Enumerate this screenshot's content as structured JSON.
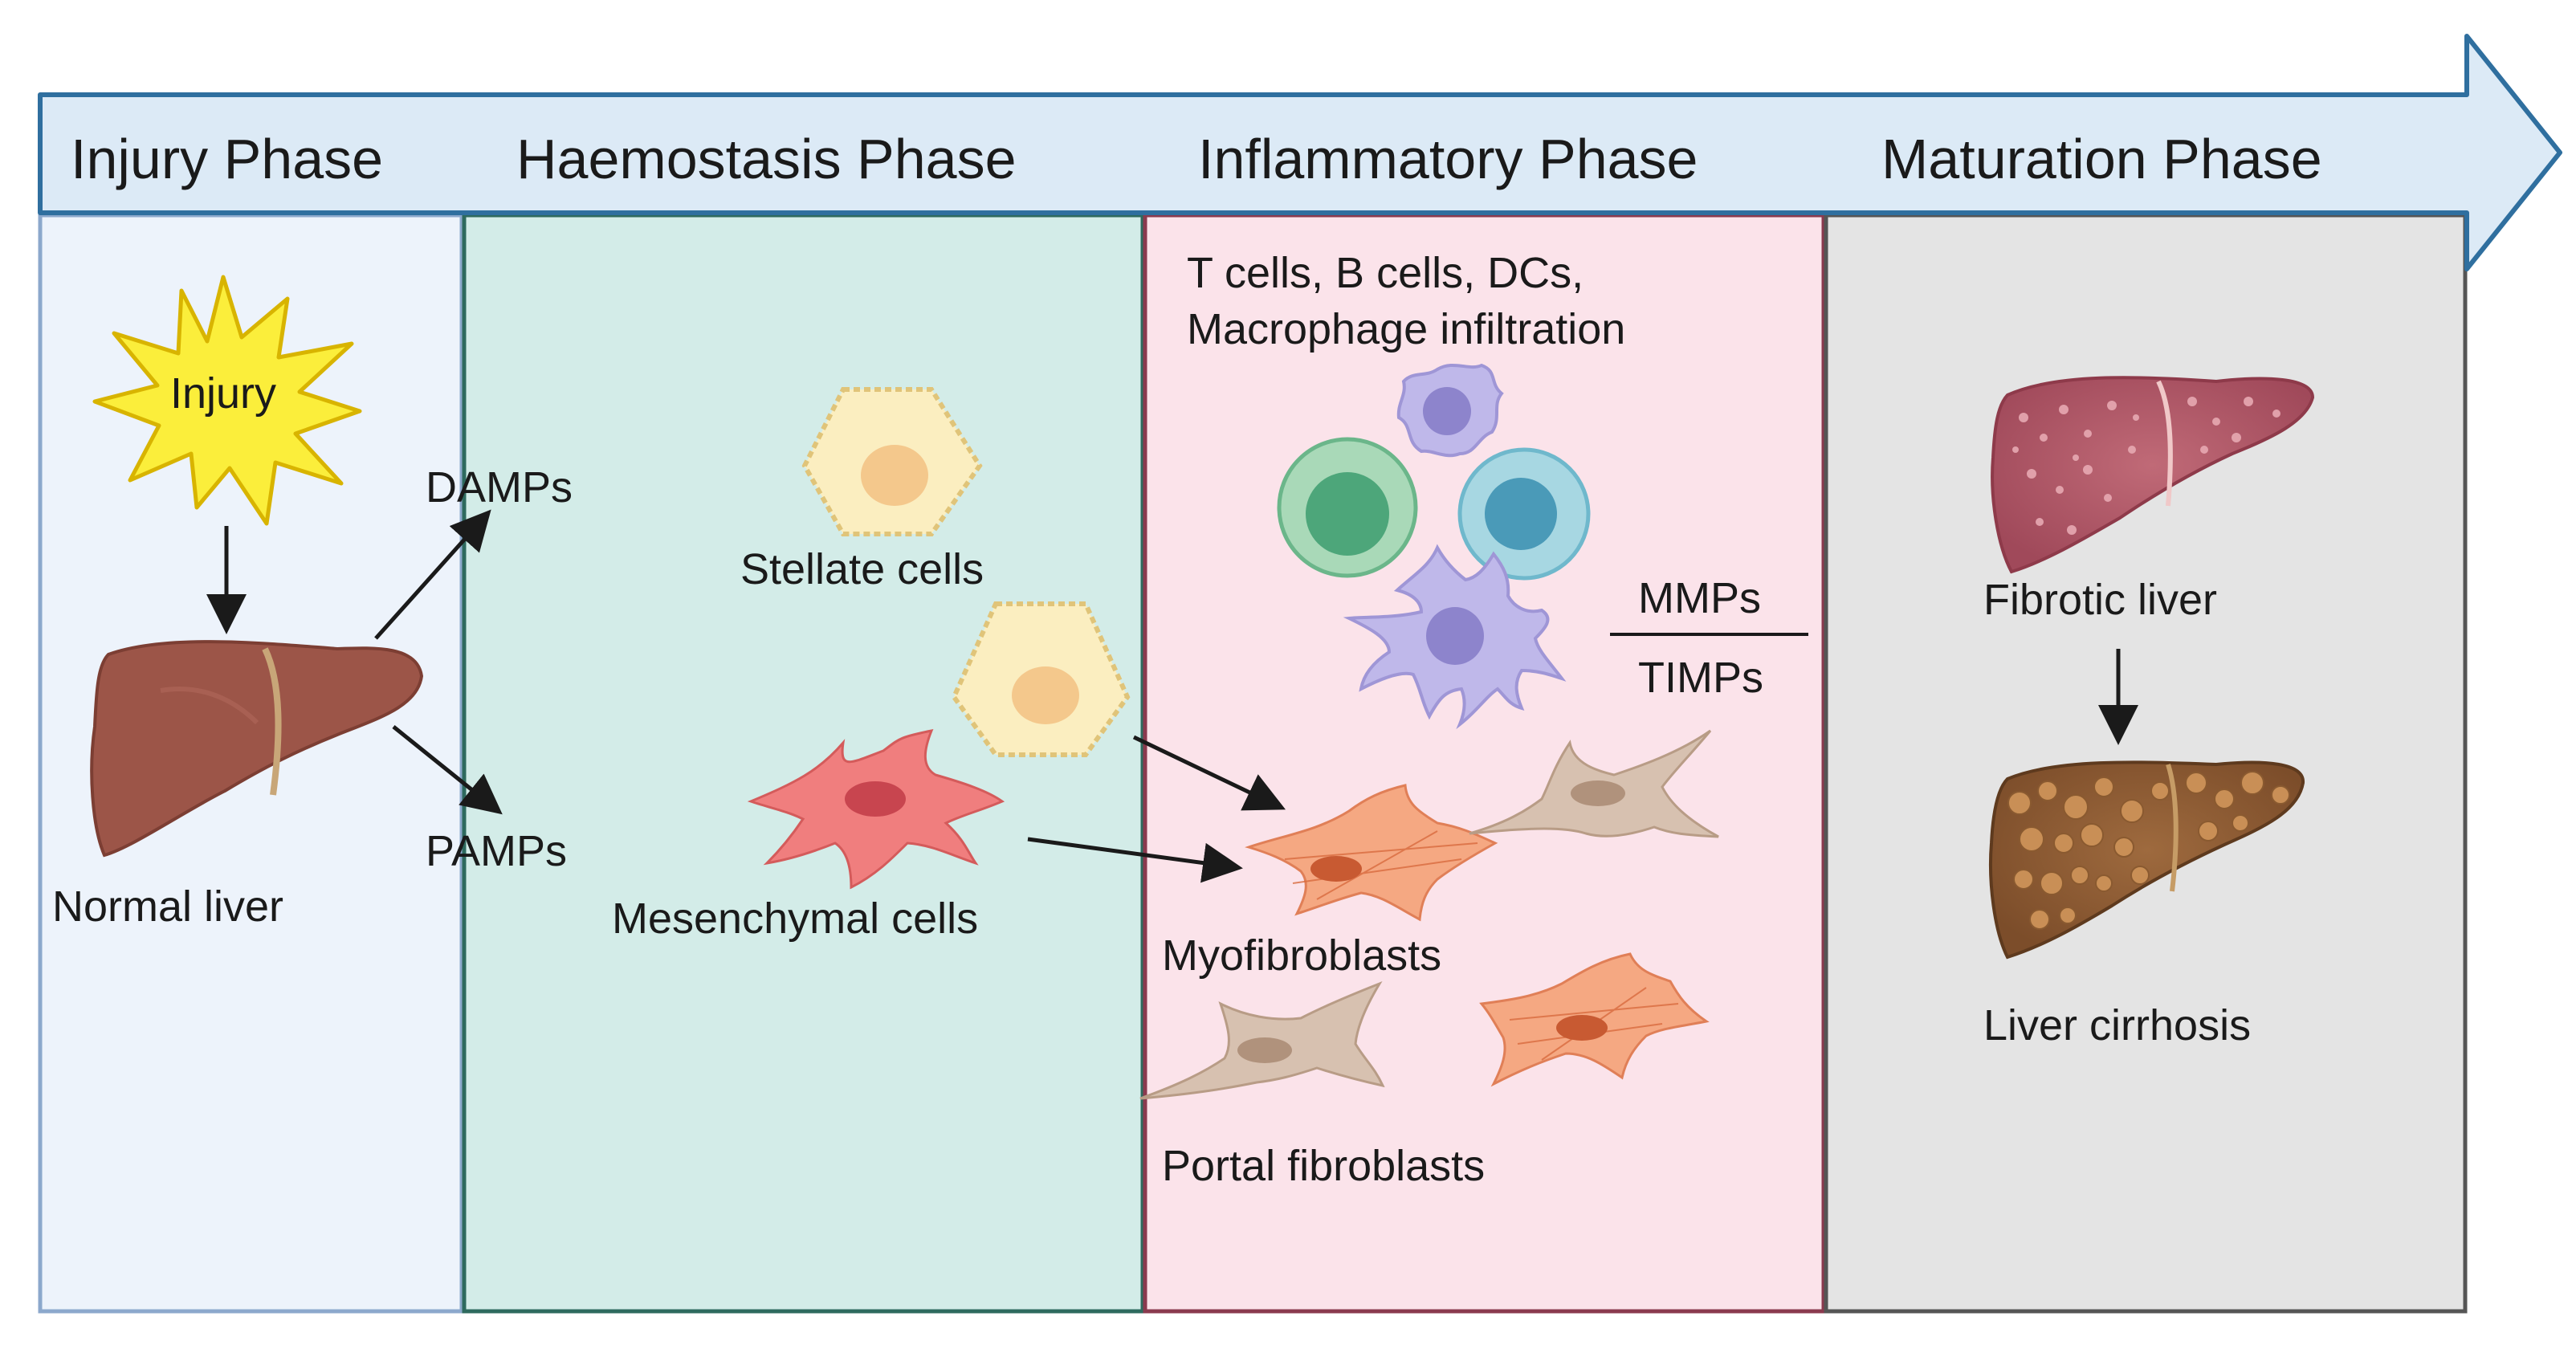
{
  "phases": [
    {
      "title": "Injury Phase"
    },
    {
      "title": "Haemostasis Phase"
    },
    {
      "title": "Inflammatory Phase"
    },
    {
      "title": "Maturation Phase"
    }
  ],
  "injury": {
    "burst_label": "Injury",
    "liver_label": "Normal liver",
    "damps_label": "DAMPs",
    "pamps_label": "PAMPs"
  },
  "haemostasis": {
    "stellate_label": "Stellate cells",
    "mesenchymal_label": "Mesenchymal cells"
  },
  "inflammatory": {
    "immune_line1": "T cells, B cells, DCs,",
    "immune_line2": "Macrophage infiltration",
    "mmps_label": "MMPs",
    "timps_label": "TIMPs",
    "myofibroblasts_label": "Myofibroblasts",
    "portal_label": "Portal fibroblasts"
  },
  "maturation": {
    "fibrotic_label": "Fibrotic liver",
    "cirrhosis_label": "Liver cirrhosis"
  },
  "colors": {
    "timeline_fill": "#dceaf6",
    "timeline_stroke": "#2f6f9f",
    "injury_panel": "#edf3fb",
    "haemostasis_panel": "#d3ece8",
    "inflammatory_panel": "#fbe3ea",
    "maturation_panel": "#e4e4e4"
  }
}
